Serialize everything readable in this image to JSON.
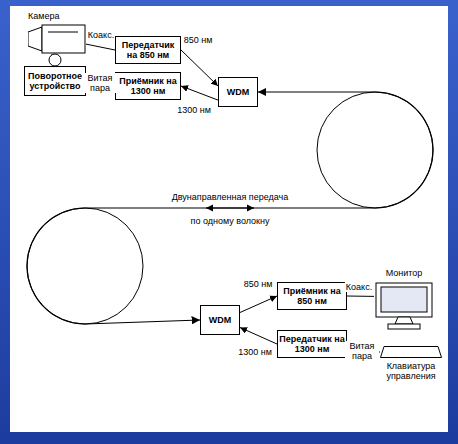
{
  "diagram": {
    "nodes": [
      {
        "text": [
          "Камера"
        ]
      },
      {
        "text": [
          "Поворотное устройство"
        ]
      },
      {
        "text": [
          "Передатчик на 850 нм"
        ]
      },
      {
        "text": [
          "Приёмник на 1300 нм"
        ]
      },
      {
        "text": [
          "WDM"
        ]
      },
      {
        "text": [
          "WDM"
        ]
      },
      {
        "text": [
          "Приёмник на 850 нм"
        ]
      },
      {
        "text": [
          "Передатчик на 1300 нм"
        ]
      },
      {
        "text": [
          "Монитор"
        ]
      },
      {
        "text": [
          "Клавиатура управления"
        ]
      }
    ],
    "edges": [
      {
        "from": 0,
        "to": 2,
        "label": "Коакс.",
        "arrow": "none"
      },
      {
        "from": 3,
        "to": 1,
        "label": "Витая пара",
        "arrow": "none"
      },
      {
        "from": 2,
        "to": 4,
        "label": "850 нм",
        "arrow": "to"
      },
      {
        "from": 4,
        "to": 3,
        "label": "1300 нм",
        "arrow": "to"
      },
      {
        "from": 4,
        "to": 5,
        "arrow": "both"
      },
      {
        "from": 5,
        "to": 6,
        "label": "850 нм",
        "arrow": "to"
      },
      {
        "from": 7,
        "to": 5,
        "label": "1300 нм",
        "arrow": "to"
      },
      {
        "from": 6,
        "to": 8,
        "label": "Коакс.",
        "arrow": "none"
      },
      {
        "from": 9,
        "to": 7,
        "label": "Витая пара",
        "arrow": "none"
      }
    ],
    "labels": [
      "Двунаправленная передача",
      "по одному волокну"
    ]
  }
}
